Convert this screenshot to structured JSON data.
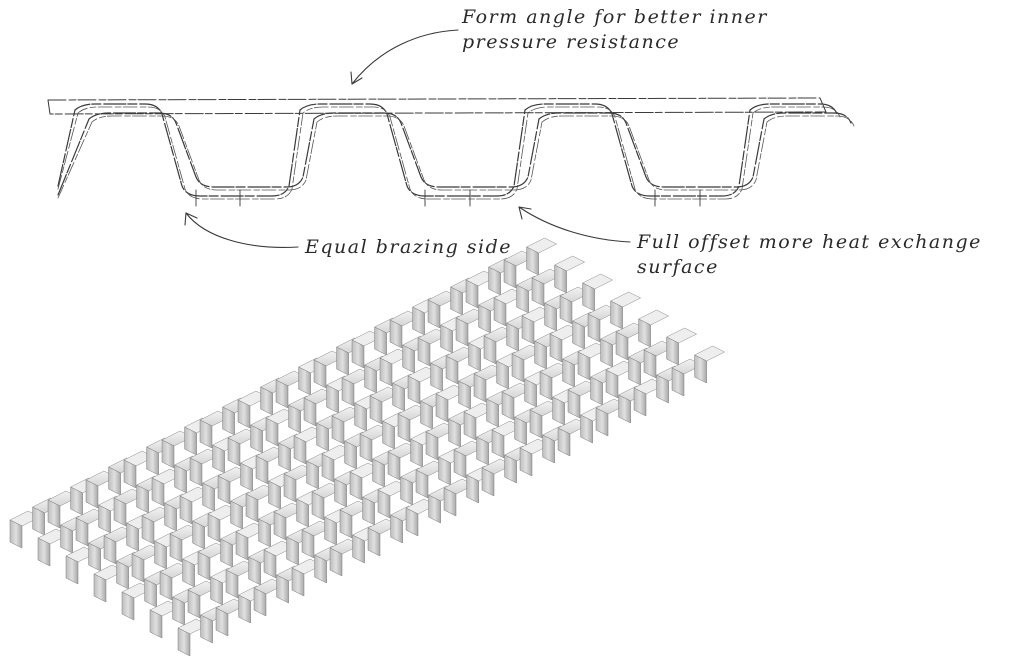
{
  "annotations": {
    "form_angle": {
      "line1": "Form angle for better inner",
      "line2": "pressure  resistance"
    },
    "equal_brazing": {
      "line1": "Equal brazing side"
    },
    "full_offset": {
      "line1": "Full offset more heat exchange",
      "line2": "surface"
    }
  },
  "colors": {
    "sketch_ink": "#3a3a3a",
    "fin_light": "#e6e6e6",
    "fin_mid": "#c9c9c9",
    "fin_dark": "#9e9e9e",
    "fin_edge": "#6e6e6e",
    "background": "#ffffff"
  },
  "icons": {
    "sketch": "offset-fin-cross-section-sketch",
    "render": "offset-fin-3d-render"
  }
}
